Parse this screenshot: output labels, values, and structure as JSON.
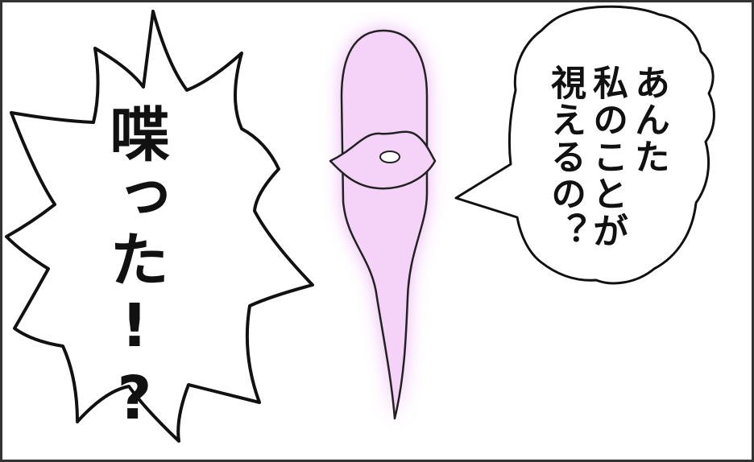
{
  "panel": {
    "background": "#ffffff",
    "border_color": "#333333",
    "glow_color": "#e9a6f3",
    "ghost_fill": "#f5d3f8"
  },
  "shout_bubble": {
    "text": "喋った!?"
  },
  "speech_bubble": {
    "line1": "あんた",
    "line2": "私のことが",
    "line3": "視えるの？"
  }
}
